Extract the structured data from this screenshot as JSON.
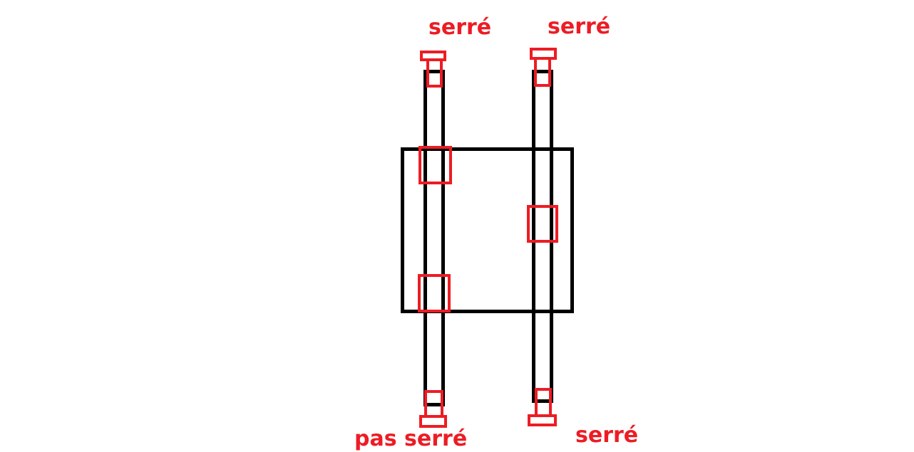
{
  "labels": {
    "top_left": "serré",
    "top_right": "serré",
    "bottom_left": "pas serré",
    "bottom_right": "serré"
  },
  "colors": {
    "structure": "#000000",
    "clamp": "#ed1c24",
    "label": "#ed1c24"
  }
}
